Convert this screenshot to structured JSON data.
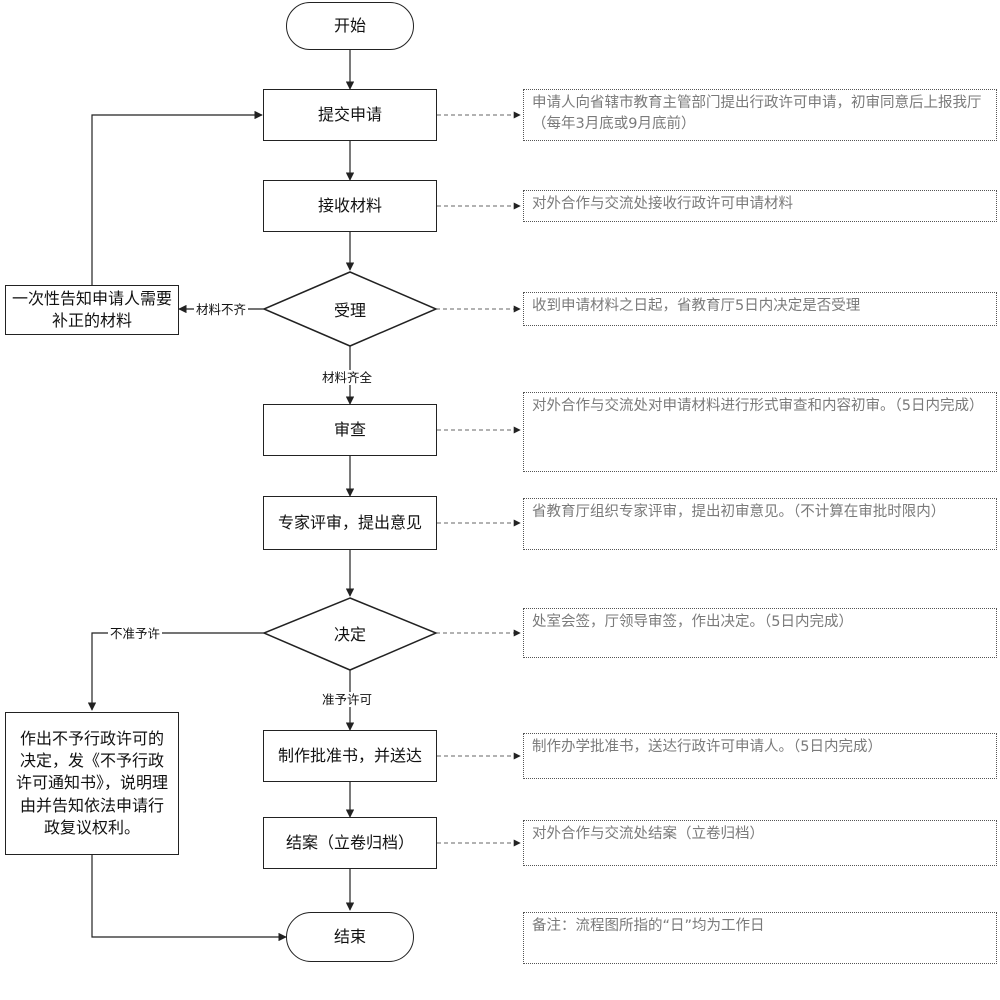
{
  "nodes": {
    "start": "开始",
    "submit": "提交申请",
    "receive": "接收材料",
    "accept": "受理",
    "review": "审查",
    "expert": "专家评审，提出意见",
    "decide": "决定",
    "issue": "制作批准书，并送达",
    "archive": "结案（立卷归档）",
    "end": "结束",
    "supplement": "一次性告知申请人需要补正的材料",
    "reject": "作出不予行政许可的决定，发《不予行政许可通知书》，说明理由并告知依法申请行政复议权利。"
  },
  "edge_labels": {
    "incomplete": "材料不齐",
    "complete": "材料齐全",
    "not_approved": "不准予许",
    "approved": "准予许可"
  },
  "notes": {
    "submit": "申请人向省辖市教育主管部门提出行政许可申请，初审同意后上报我厅（每年3月底或9月底前）",
    "receive": "对外合作与交流处接收行政许可申请材料",
    "accept": "收到申请材料之日起，省教育厅5日内决定是否受理",
    "review": "对外合作与交流处对申请材料进行形式审查和内容初审。（5日内完成）",
    "expert": "省教育厅组织专家评审，提出初审意见。（不计算在审批时限内）",
    "decide": "处室会签，厅领导审签，作出决定。（5日内完成）",
    "issue": "制作办学批准书，送达行政许可申请人。（5日内完成）",
    "archive": "对外合作与交流处结案（立卷归档）",
    "remark": "备注：流程图所指的“日”均为工作日"
  }
}
